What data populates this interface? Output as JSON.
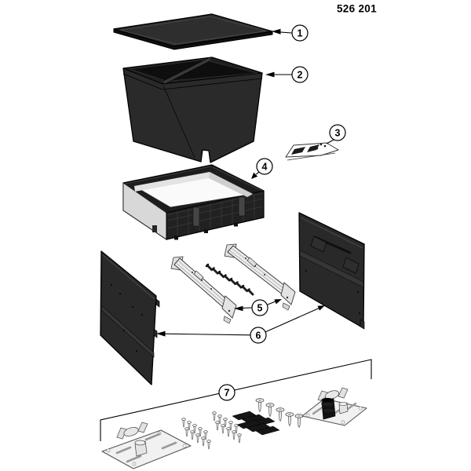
{
  "document": {
    "part_number": "526 201"
  },
  "colors": {
    "ink": "#000000",
    "dark_part": "#282828",
    "light_part": "#f1f1f1",
    "background": "#ffffff"
  },
  "callouts": [
    {
      "number": "1",
      "part": "top-cover-panel"
    },
    {
      "number": "2",
      "part": "dual-waste-bin"
    },
    {
      "number": "3",
      "part": "label-sheet"
    },
    {
      "number": "4",
      "part": "pull-out-frame"
    },
    {
      "number": "5",
      "part": "drawer-slides-and-screws"
    },
    {
      "number": "6",
      "part": "side-panels"
    },
    {
      "number": "7",
      "part": "mounting-hardware-kit"
    }
  ]
}
